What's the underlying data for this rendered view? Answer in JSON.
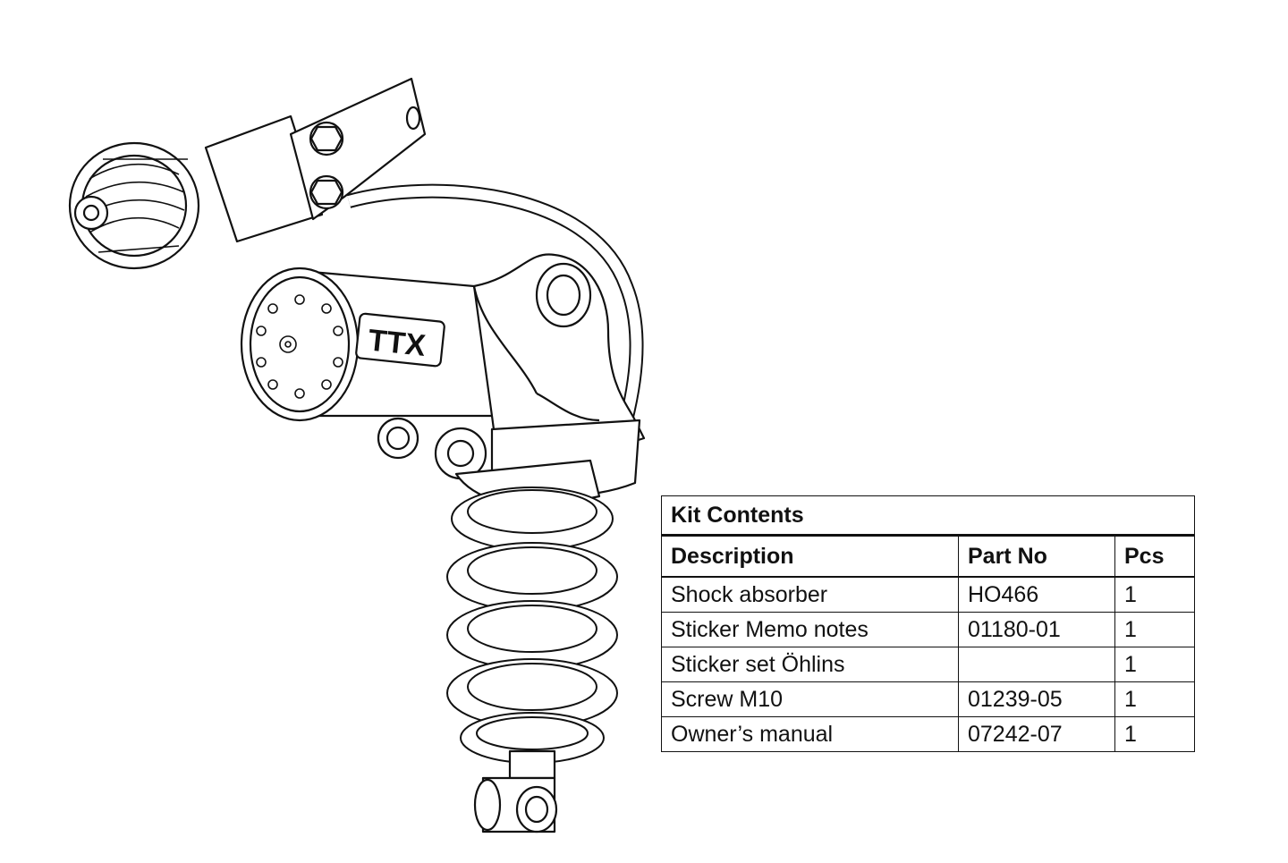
{
  "illustration": {
    "logo_text": "TTX"
  },
  "table": {
    "title": "Kit Contents",
    "headers": [
      "Description",
      "Part No",
      "Pcs"
    ],
    "rows": [
      [
        "Shock absorber",
        "HO466",
        "1"
      ],
      [
        "Sticker Memo notes",
        "01180-01",
        "1"
      ],
      [
        "Sticker set Öhlins",
        "",
        "1"
      ],
      [
        "Screw M10",
        "01239-05",
        "1"
      ],
      [
        "Owner’s manual",
        "07242-07",
        "1"
      ]
    ]
  }
}
